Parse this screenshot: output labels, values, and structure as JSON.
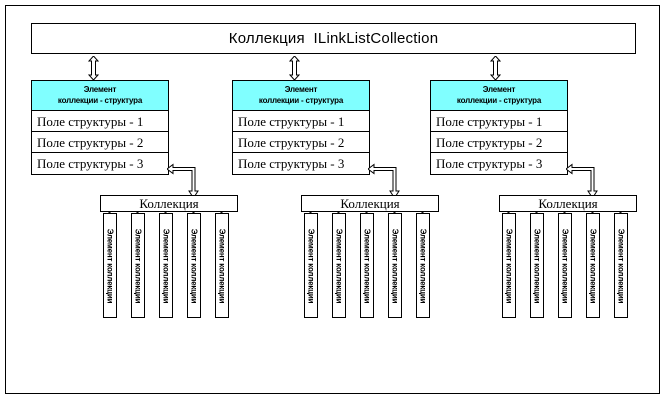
{
  "diagram": {
    "title": "Коллекция  ILinkListCollection",
    "accent_color": "#80ffff",
    "line_color": "#000000",
    "background_color": "#ffffff",
    "structure": {
      "header_line1": "Элемент",
      "header_line2": "коллекции - структура",
      "fields": [
        "Поле структуры - 1",
        "Поле структуры - 2",
        "Поле структуры - 3"
      ]
    },
    "collection": {
      "label": "Коллекция",
      "element_label": "Элемент коллекции",
      "elements_per_collection": 5
    },
    "groups": [
      {
        "index": 1,
        "header_line1": "Элемент",
        "header_line2": "коллекции - структура",
        "fields": [
          "Поле структуры - 1",
          "Поле структуры - 2",
          "Поле структуры - 3"
        ],
        "collection_label": "Коллекция",
        "elements": [
          "Элемент коллекции",
          "Элемент коллекции",
          "Элемент коллекции",
          "Элемент коллекции",
          "Элемент коллекции"
        ]
      },
      {
        "index": 2,
        "header_line1": "Элемент",
        "header_line2": "коллекции - структура",
        "fields": [
          "Поле структуры - 1",
          "Поле структуры - 2",
          "Поле структуры - 3"
        ],
        "collection_label": "Коллекция",
        "elements": [
          "Элемент коллекции",
          "Элемент коллекции",
          "Элемент коллекции",
          "Элемент коллекции",
          "Элемент коллекции"
        ]
      },
      {
        "index": 3,
        "header_line1": "Элемент",
        "header_line2": "коллекции - структура",
        "fields": [
          "Поле структуры - 1",
          "Поле структуры - 2",
          "Поле структуры - 3"
        ],
        "collection_label": "Коллекция",
        "elements": [
          "Элемент коллекции",
          "Элемент коллекции",
          "Элемент коллекции",
          "Элемент коллекции",
          "Элемент коллекции"
        ]
      }
    ]
  }
}
